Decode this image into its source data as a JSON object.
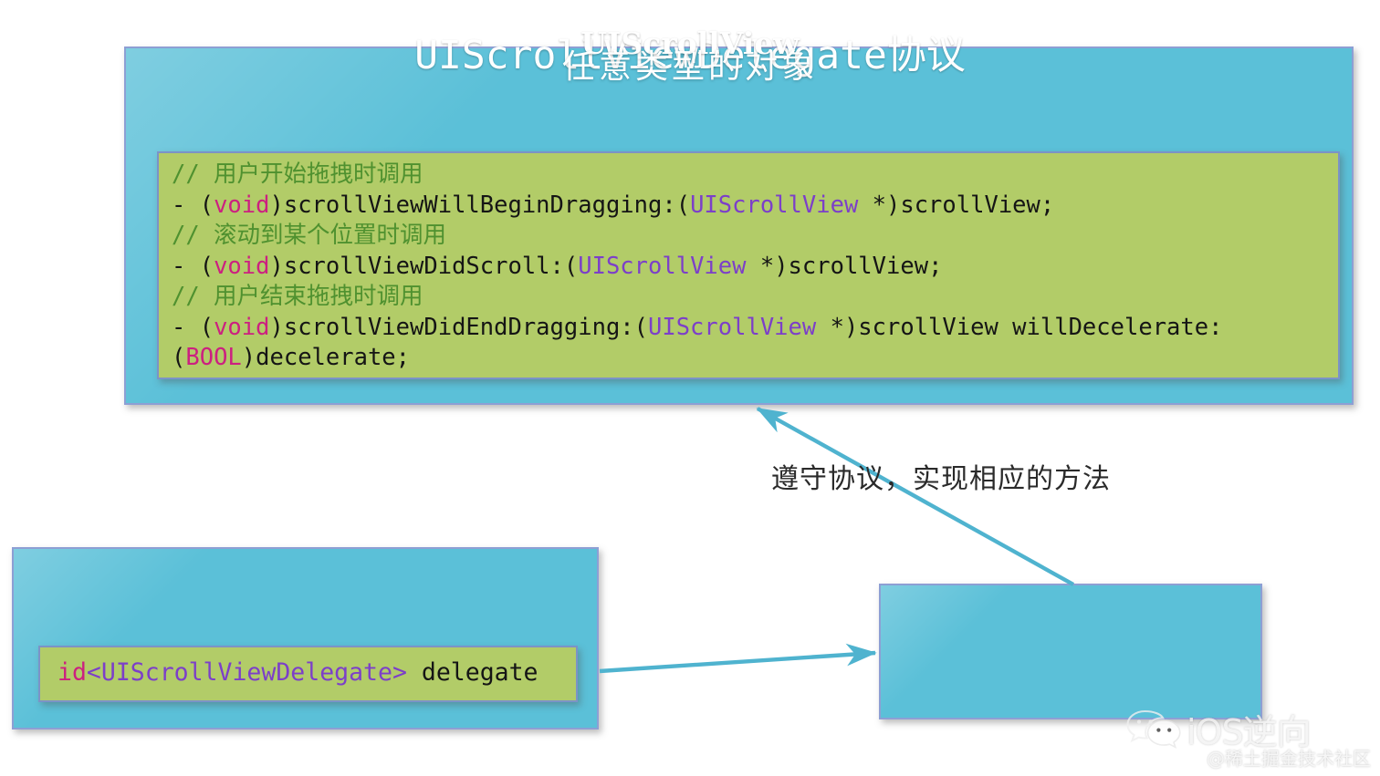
{
  "protocol_box": {
    "title": "UIScrollViewDelegate协议",
    "fill_color": "#5bc0d8",
    "border_color": "#8d9fd4",
    "code_block": {
      "fill_color": "#b2cc68",
      "lines": [
        {
          "comment": "// 用户开始拖拽时调用"
        },
        {
          "prefix": "- (",
          "keyword": "void",
          "mid": ")scrollViewWillBeginDragging:(",
          "type": "UIScrollView",
          "suffix": " *)scrollView;"
        },
        {
          "comment": "// 滚动到某个位置时调用"
        },
        {
          "prefix": "- (",
          "keyword": "void",
          "mid": ")scrollViewDidScroll:(",
          "type": "UIScrollView",
          "suffix": " *)scrollView;"
        },
        {
          "comment": "// 用户结束拖拽时调用"
        },
        {
          "prefix": "- (",
          "keyword": "void",
          "mid": ")scrollViewDidEndDragging:(",
          "type": "UIScrollView",
          "suffix": " *)scrollView willDecelerate:"
        },
        {
          "prefix": "(",
          "keyword": "BOOL",
          "mid": ")decelerate;",
          "type": "",
          "suffix": ""
        }
      ],
      "colors": {
        "comment": "#4f912f",
        "keyword": "#cc2080",
        "type": "#7c3fc9",
        "plain": "#151515"
      }
    }
  },
  "scrollview_box": {
    "title": "UIScrollView",
    "fill_color": "#5bc0d8",
    "property": {
      "fill_color": "#b2cc68",
      "keyword": "id",
      "generic": "<UIScrollViewDelegate>",
      "name": " delegate"
    }
  },
  "object_box": {
    "label": "任意类型的对象",
    "fill_color": "#5bc0d8"
  },
  "connector": {
    "label": "遵守协议，实现相应的方法",
    "line_color": "#4fb3cf"
  },
  "watermark": {
    "brand": "iOS逆向",
    "subtitle": "@稀土掘金技术社区",
    "icon": "wechat-icon"
  }
}
